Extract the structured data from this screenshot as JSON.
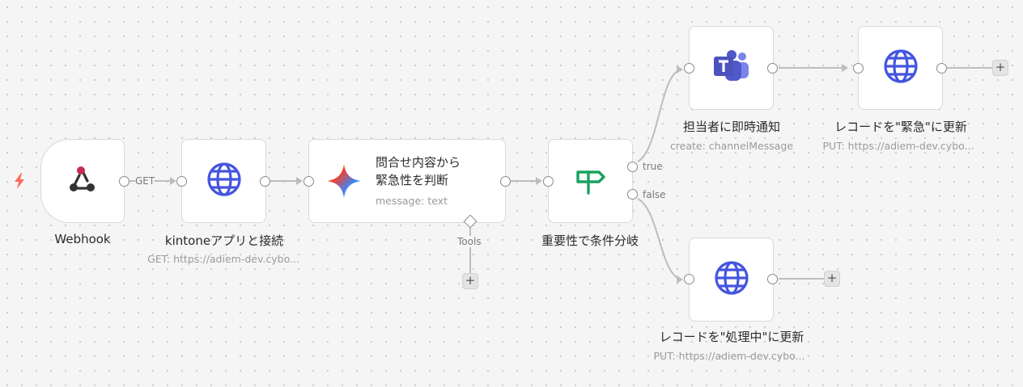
{
  "nodes": {
    "webhook": {
      "title": "Webhook"
    },
    "kintone": {
      "title": "kintoneアプリと接続",
      "subtitle": "GET: https://adiem-dev.cybo..."
    },
    "gemini": {
      "title_line1": "問合せ内容から",
      "title_line2": "緊急性を判断",
      "subtitle": "message: text",
      "tools_label": "Tools"
    },
    "branch": {
      "title": "重要性で条件分岐",
      "true_label": "true",
      "false_label": "false"
    },
    "teams": {
      "title": "担当者に即時通知",
      "subtitle": "create: channelMessage"
    },
    "update_urgent": {
      "title": "レコードを\"緊急\"に更新",
      "subtitle": "PUT: https://adiem-dev.cybo..."
    },
    "update_processing": {
      "title": "レコードを\"処理中\"に更新",
      "subtitle": "PUT: https://adiem-dev.cybo..."
    }
  },
  "edges": {
    "get_label": "GET"
  },
  "add_button_label": "+",
  "colors": {
    "trigger": "#ff6d5a",
    "globe": "#4355e0",
    "teams": "#5059c9",
    "branch": "#1aa260",
    "edge": "#bdbdbd"
  },
  "icons": [
    "lightning-icon",
    "webhook-icon",
    "globe-icon",
    "gemini-icon",
    "signpost-icon",
    "teams-icon"
  ]
}
